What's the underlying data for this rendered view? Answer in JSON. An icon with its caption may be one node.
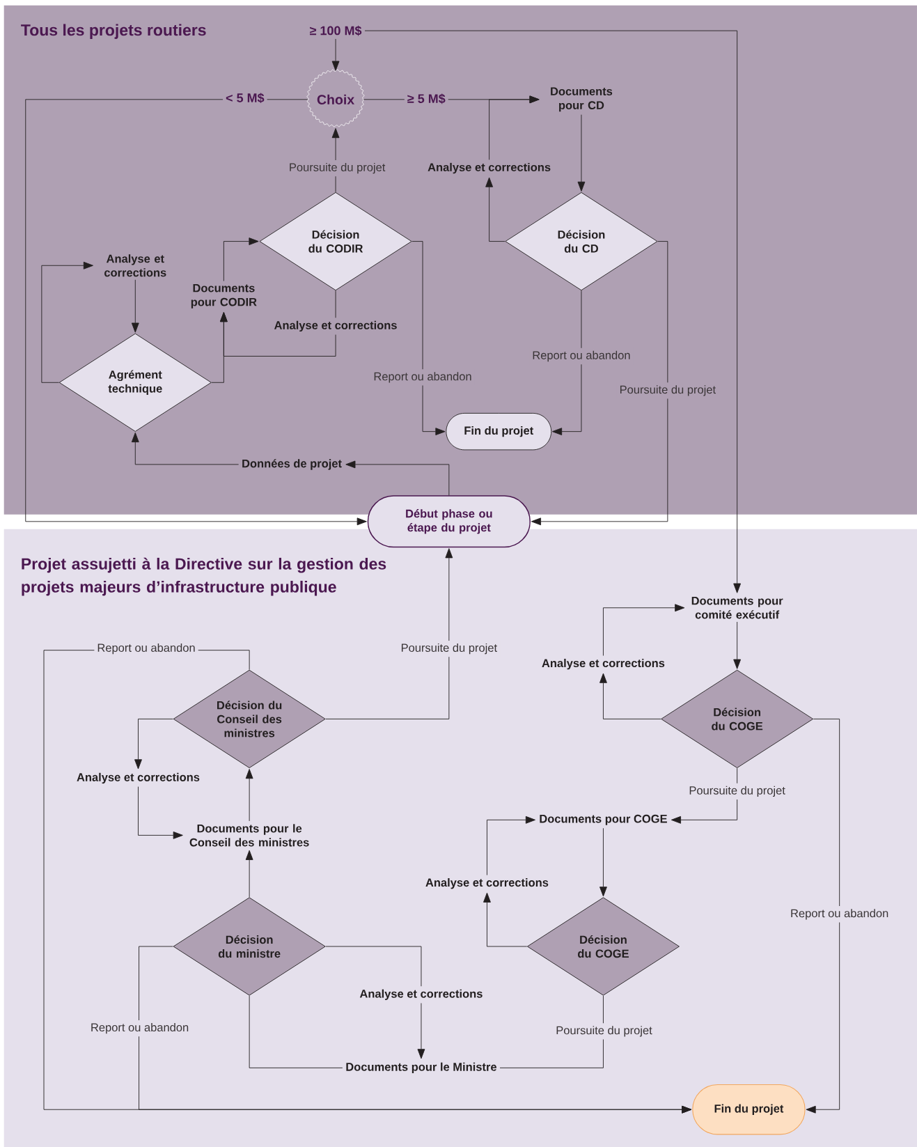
{
  "diagram": {
    "nodes": [
      {
        "text": [
          "Tous les projets routiers"
        ]
      },
      {
        "text": [
          "Projet assujetti à la Directive sur la gestion des projets majeurs d’infrastructure publique"
        ]
      },
      {
        "text": [
          "≥ 100 M$"
        ],
        "in": 0
      },
      {
        "text": [
          "Choix"
        ],
        "in": 0
      },
      {
        "text": [
          "Documents pour CD"
        ],
        "in": 0
      },
      {
        "text": [
          "Analyse et corrections"
        ],
        "in": 0
      },
      {
        "text": [
          "Décision du CD"
        ],
        "in": 0
      },
      {
        "text": [
          "Analyse et corrections"
        ],
        "in": 0
      },
      {
        "text": [
          "Documents pour CODIR"
        ],
        "in": 0
      },
      {
        "text": [
          "Décision du CODIR"
        ],
        "in": 0
      },
      {
        "text": [
          "Analyse et corrections"
        ],
        "in": 0
      },
      {
        "text": [
          "Agrément technique"
        ],
        "in": 0
      },
      {
        "text": [
          "Fin du projet"
        ],
        "in": 0
      },
      {
        "text": [
          "Données de projet"
        ],
        "in": 0
      },
      {
        "text": [
          "Début phase ou étape du projet"
        ]
      },
      {
        "text": [
          "Documents pour comité exécutif"
        ],
        "in": 1
      },
      {
        "text": [
          "Analyse et corrections"
        ],
        "in": 1
      },
      {
        "text": [
          "Décision du Conseil des ministres"
        ],
        "in": 1
      },
      {
        "text": [
          "Décision du COGE"
        ],
        "in": 1
      },
      {
        "text": [
          "Analyse et corrections"
        ],
        "in": 1
      },
      {
        "text": [
          "Documents pour COGE"
        ],
        "in": 1
      },
      {
        "text": [
          "Documents pour le Conseil des ministres"
        ],
        "in": 1
      },
      {
        "text": [
          "Analyse et corrections"
        ],
        "in": 1
      },
      {
        "text": [
          "Décision du ministre"
        ],
        "in": 1
      },
      {
        "text": [
          "Décision du COGE"
        ],
        "in": 1
      },
      {
        "text": [
          "Analyse et corrections"
        ],
        "in": 1
      },
      {
        "text": [
          "Documents pour le Ministre"
        ],
        "in": 1
      },
      {
        "text": [
          "Fin du projet"
        ],
        "in": 1
      }
    ],
    "edges": [
      {
        "from": 2,
        "to": 3,
        "arrow": "to"
      },
      {
        "from": 2,
        "to": 15,
        "arrow": "to"
      },
      {
        "from": 3,
        "to": 14,
        "arrow": "to",
        "label": "< 5 M$"
      },
      {
        "from": 3,
        "to": 4,
        "arrow": "to",
        "label": "≥ 5 M$"
      },
      {
        "from": 5,
        "to": 4,
        "arrow": "to"
      },
      {
        "from": 4,
        "to": 6,
        "arrow": "to"
      },
      {
        "from": 6,
        "to": 5,
        "arrow": "to"
      },
      {
        "from": 6,
        "to": 12,
        "arrow": "to",
        "label": "Report ou abandon"
      },
      {
        "from": 6,
        "to": 14,
        "arrow": "to",
        "label": "Poursuite du projet"
      },
      {
        "from": 9,
        "to": 3,
        "arrow": "to",
        "label": "Poursuite du projet"
      },
      {
        "from": 9,
        "to": 12,
        "arrow": "to",
        "label": "Report ou abandon"
      },
      {
        "from": 9,
        "to": 10,
        "arrow": "none"
      },
      {
        "from": 10,
        "to": 8,
        "arrow": "to"
      },
      {
        "from": 11,
        "to": 8,
        "arrow": "to"
      },
      {
        "from": 8,
        "to": 9,
        "arrow": "to"
      },
      {
        "from": 11,
        "to": 7,
        "arrow": "to"
      },
      {
        "from": 7,
        "to": 11,
        "arrow": "to"
      },
      {
        "from": 14,
        "to": 13,
        "arrow": "to"
      },
      {
        "from": 13,
        "to": 11,
        "arrow": "to"
      },
      {
        "from": 17,
        "to": 14,
        "arrow": "to",
        "label": "Poursuite du projet"
      },
      {
        "from": 17,
        "to": 27,
        "arrow": "to",
        "label": "Report ou abandon"
      },
      {
        "from": 17,
        "to": 19,
        "arrow": "to"
      },
      {
        "from": 19,
        "to": 21,
        "arrow": "to"
      },
      {
        "from": 21,
        "to": 17,
        "arrow": "to"
      },
      {
        "from": 23,
        "to": 21,
        "arrow": "to"
      },
      {
        "from": 23,
        "to": 27,
        "arrow": "to",
        "label": "Report ou abandon"
      },
      {
        "from": 23,
        "to": 25,
        "arrow": "none"
      },
      {
        "from": 25,
        "to": 26,
        "arrow": "to"
      },
      {
        "from": 26,
        "to": 23,
        "arrow": "none"
      },
      {
        "from": 24,
        "to": 26,
        "arrow": "none",
        "label": "Poursuite du projet"
      },
      {
        "from": 18,
        "to": 20,
        "arrow": "to",
        "label": "Poursuite du projet"
      },
      {
        "from": 18,
        "to": 16,
        "arrow": "to"
      },
      {
        "from": 16,
        "to": 15,
        "arrow": "to"
      },
      {
        "from": 15,
        "to": 18,
        "arrow": "to"
      },
      {
        "from": 18,
        "to": 27,
        "arrow": "to",
        "label": "Report ou abandon"
      },
      {
        "from": 20,
        "to": 24,
        "arrow": "to"
      },
      {
        "from": 24,
        "to": 22,
        "arrow": "to"
      },
      {
        "from": 22,
        "to": 20,
        "arrow": "to"
      }
    ]
  }
}
